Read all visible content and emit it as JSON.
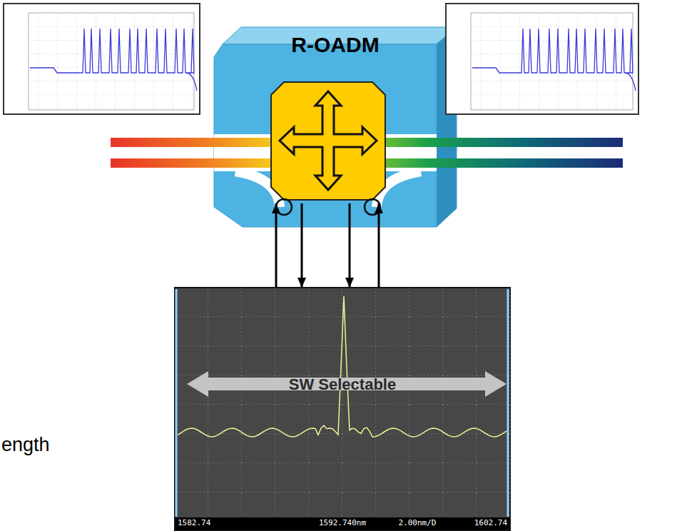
{
  "diagram": {
    "nodes": [
      {
        "text": [
          "R-OADM"
        ]
      },
      {
        "text": [
          "SW Selectable",
          "1582.74",
          "1592.740nm",
          "2.00nm/D",
          "1602.74"
        ]
      }
    ],
    "edges": [
      {
        "from": 1,
        "to": 0,
        "arrow": "to"
      },
      {
        "from": 0,
        "to": 1,
        "arrow": "to"
      },
      {
        "from": 0,
        "to": 1,
        "arrow": "to"
      },
      {
        "from": 1,
        "to": 0,
        "arrow": "to"
      }
    ],
    "labels": [
      "ength"
    ]
  }
}
